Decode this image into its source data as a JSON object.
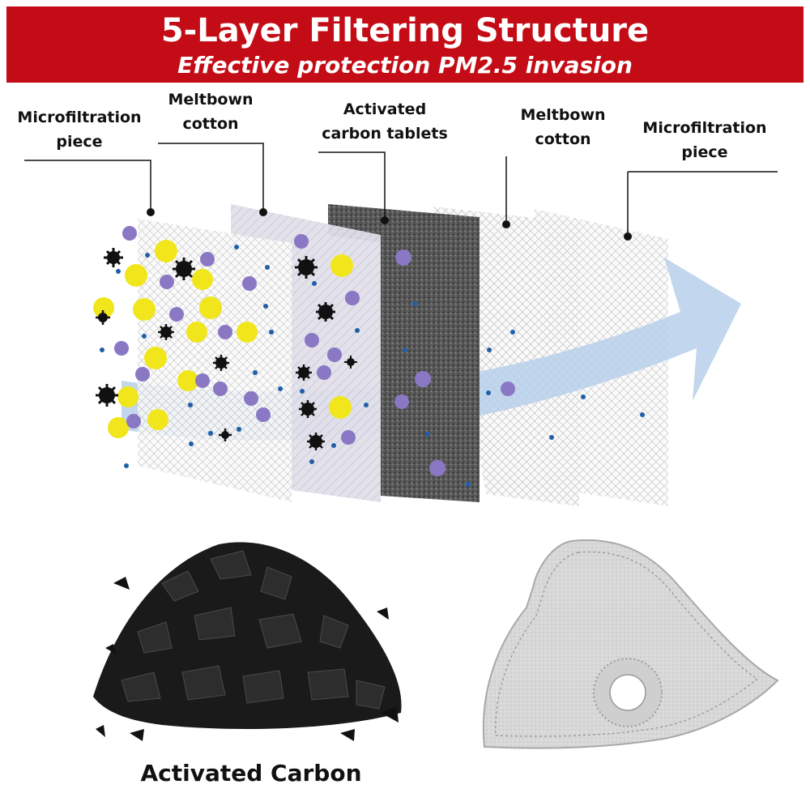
{
  "banner": {
    "title": "5-Layer Filtering Structure",
    "subtitle": "Effective protection PM2.5 invasion",
    "color": "#c40c16"
  },
  "layers": [
    {
      "label_line1": "Microfiltration",
      "label_line2": "piece"
    },
    {
      "label_line1": "Meltbown",
      "label_line2": "cotton"
    },
    {
      "label_line1": "Activated",
      "label_line2": "carbon tablets"
    },
    {
      "label_line1": "Meltbown",
      "label_line2": "cotton"
    },
    {
      "label_line1": "Microfiltration",
      "label_line2": "piece"
    }
  ],
  "particle_colors": {
    "yellow": "#f1e61c",
    "purple": "#8a78c4",
    "blue_dot": "#1f5fa8",
    "virus": "#111111"
  },
  "arrow_color": "#b7cfea",
  "carbon_caption": "Activated Carbon"
}
